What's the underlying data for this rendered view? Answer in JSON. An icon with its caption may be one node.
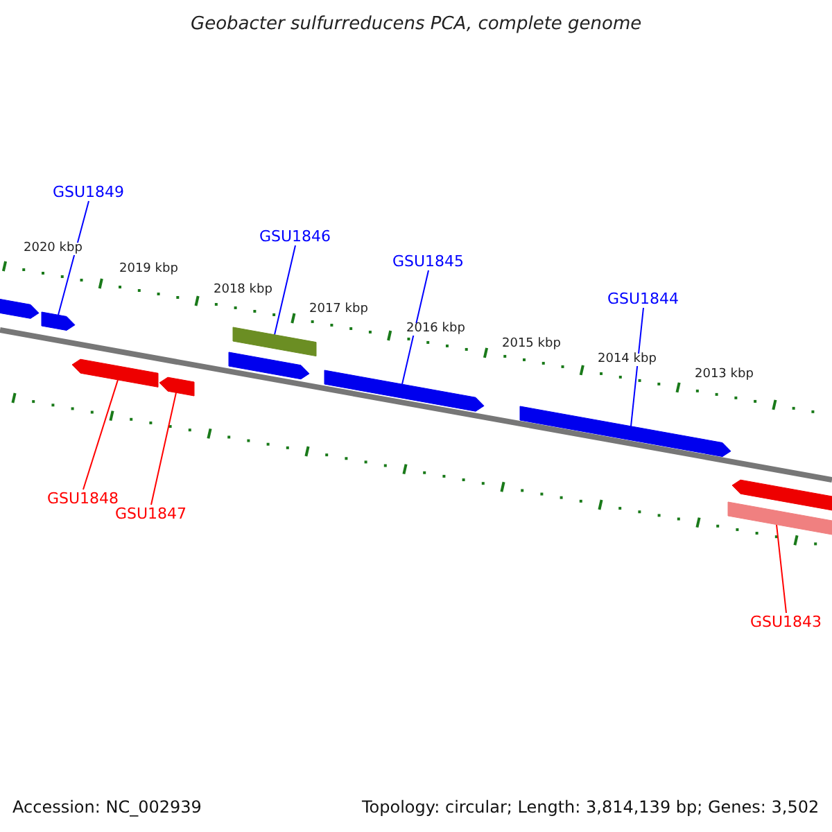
{
  "diagram": {
    "title": "Geobacter sulfurreducens PCA, complete genome",
    "nodes": [
      {
        "text": [
          "GSU1849"
        ]
      },
      {
        "text": [
          "GSU1846"
        ]
      },
      {
        "text": [
          "GSU1845"
        ]
      },
      {
        "text": [
          "GSU1844"
        ]
      },
      {
        "text": [
          "GSU1848"
        ]
      },
      {
        "text": [
          "GSU1847"
        ]
      },
      {
        "text": [
          "GSU1843"
        ]
      },
      {
        "text": [],
        "shape": "pentagon"
      },
      {
        "text": [],
        "shape": "pentagon"
      },
      {
        "text": [],
        "shape": "pentagon"
      },
      {
        "text": [],
        "shape": "pentagon"
      },
      {
        "text": [],
        "shape": "bar"
      },
      {
        "text": [],
        "shape": "pentagon"
      },
      {
        "text": [],
        "shape": "pentagon"
      },
      {
        "text": [],
        "shape": "pentagon"
      },
      {
        "text": [],
        "shape": "pentagon"
      },
      {
        "text": [],
        "shape": "bar"
      }
    ],
    "edges": [
      {
        "from": 0,
        "to": 8,
        "arrow": "none"
      },
      {
        "from": 1,
        "to": 11,
        "arrow": "none"
      },
      {
        "from": 2,
        "to": 13,
        "arrow": "none"
      },
      {
        "from": 3,
        "to": 14,
        "arrow": "none"
      },
      {
        "from": 4,
        "to": 9,
        "arrow": "none",
        "color": "#ff0000"
      },
      {
        "from": 5,
        "to": 10,
        "arrow": "none",
        "color": "#ff0000"
      },
      {
        "from": 6,
        "to": 16,
        "arrow": "none",
        "color": "#ff0000"
      }
    ],
    "labels": [
      "2020 kbp",
      "2019 kbp",
      "2018 kbp",
      "2017 kbp",
      "2016 kbp",
      "2015 kbp",
      "2014 kbp",
      "2013 kbp",
      "Accession: NC_002939",
      "Topology: circular; Length: 3,814,139 bp; Genes: 3,502"
    ]
  }
}
